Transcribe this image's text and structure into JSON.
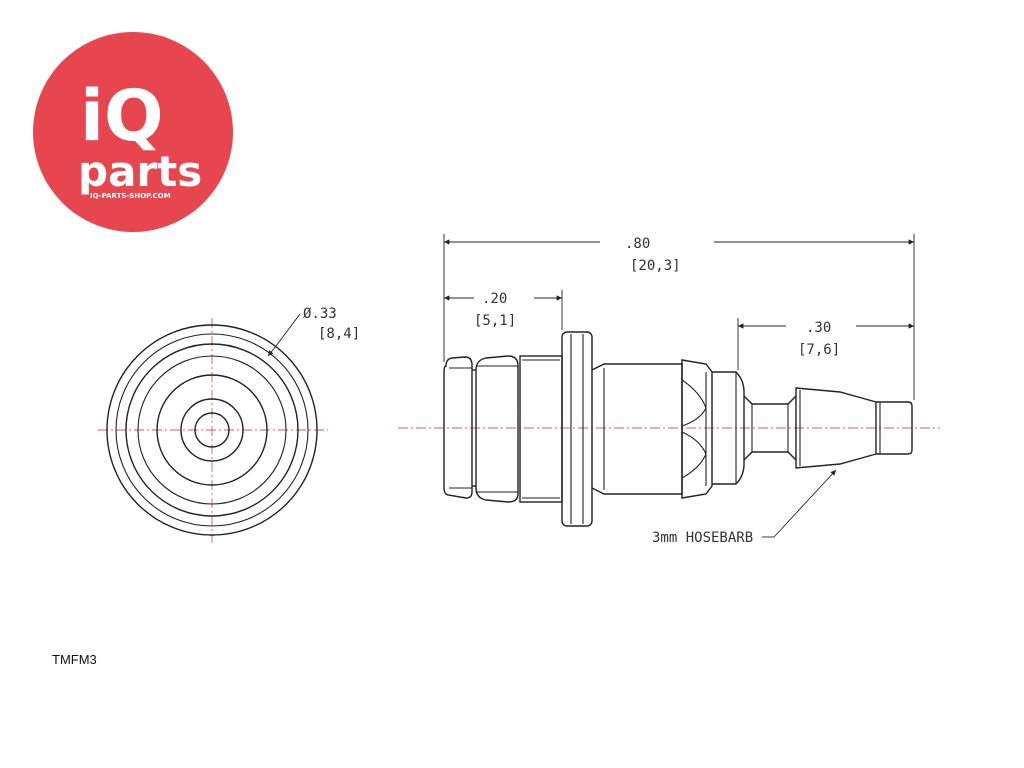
{
  "logo": {
    "brand_top": "iQ",
    "brand_bottom": "parts",
    "website": "IQ-PARTS-SHOP.COM",
    "color": "#e8464f"
  },
  "drawing": {
    "diameter_in": "Ø.33",
    "diameter_mm": "[8,4]",
    "length_total_in": ".80",
    "length_total_mm": "[20,3]",
    "length_left_in": ".20",
    "length_left_mm": "[5,1]",
    "length_barb_in": ".30",
    "length_barb_mm": "[7,6]",
    "barb_label": "3mm HOSEBARB"
  },
  "part_code": "TMFM3"
}
